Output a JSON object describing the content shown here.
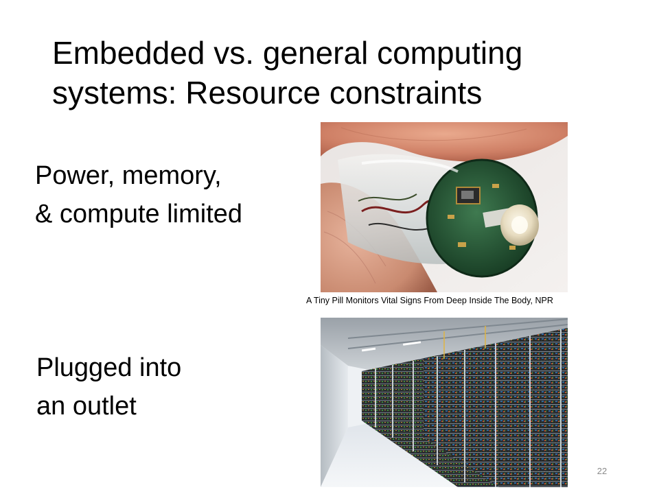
{
  "slide": {
    "title_lines": [
      "Embedded vs. general computing",
      "systems: Resource constraints"
    ],
    "point_1_lines": [
      "Power, memory,",
      "& compute limited"
    ],
    "point_2_lines": [
      "Plugged into",
      "an outlet"
    ],
    "caption": "A Tiny Pill Monitors Vital Signs From Deep Inside The Body, NPR",
    "slide_number": "22"
  },
  "images": {
    "pill": "photo of a transparent capsule sensor held between fingertips",
    "servers": "photo of a data center aisle lined with server racks"
  }
}
